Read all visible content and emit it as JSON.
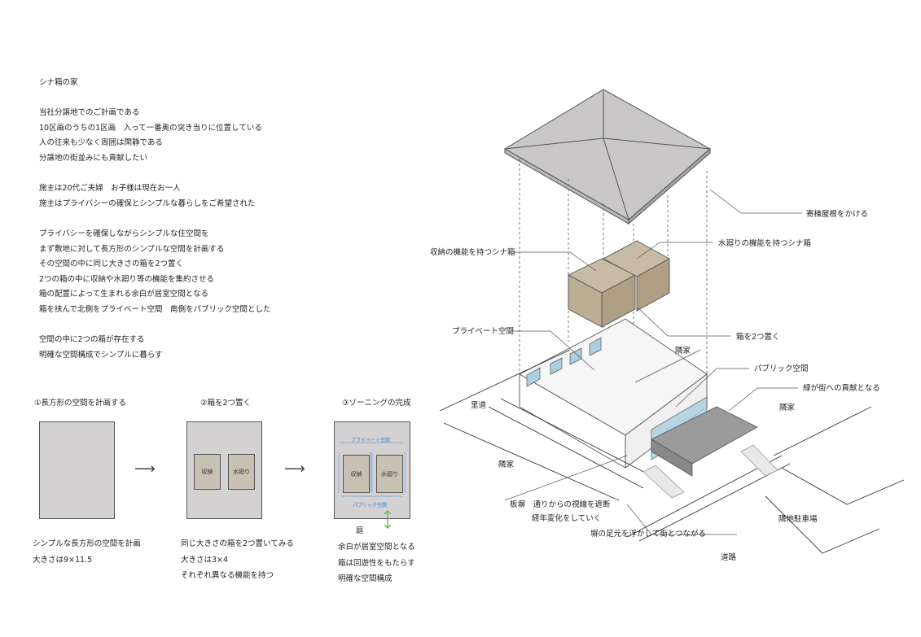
{
  "intro": {
    "lines": [
      "シナ箱の家",
      "",
      "当社分譲地でのご計画である",
      "10区画のうちの1区画　入って一番奥の突き当りに位置している",
      "人の往来も少なく周囲は閑静である",
      "分譲地の街並みにも貢献したい",
      "",
      "施主は20代ご夫婦　お子様は現在お一人",
      "施主はプライバシーの確保とシンプルな暮らしをご希望された",
      "",
      "プライバシーを確保しながらシンプルな住空間を",
      "まず敷地に対して長方形のシンプルな空間を計画する",
      "その空間の中に同じ大きさの箱を2つ置く",
      "2つの箱の中に収納や水廻り等の機能を集約させる",
      "箱の配置によって生まれる余白が居室空間となる",
      "箱を挟んで北側をプライベート空間　南側をパブリック空間とした",
      "",
      "空間の中に2つの箱が存在する",
      "明確な空間構成でシンプルに暮らす"
    ]
  },
  "steps": {
    "s1": {
      "title": "①長方形の空間を計画する",
      "captions": [
        "シンプルな長方形の空間を計画",
        "大きさは9×11.5"
      ]
    },
    "s2": {
      "title": "②箱を2つ置く",
      "box1": "収納",
      "box2": "水廻り",
      "captions": [
        "同じ大きさの箱を2つ置いてみる",
        "大きさは3×4",
        "それぞれ異なる機能を持つ"
      ]
    },
    "s3": {
      "title": "③ゾーニングの完成",
      "box1": "収納",
      "box2": "水廻り",
      "private": "プライベート空間",
      "public": "パブリック空間",
      "garden": "庭",
      "captions": [
        "余白が居室空間となる",
        "箱は回遊性をもたらす",
        "明確な空間構成"
      ]
    }
  },
  "axo": {
    "roof": "寄棟屋根をかける",
    "storage_box": "収納の機能を持つシナ箱",
    "water_box": "水廻りの機能を持つシナ箱",
    "private": "プライベート空間",
    "place_boxes": "箱を2つ置く",
    "public": "パブリック空間",
    "green": "緑が街への貢献となる",
    "neighbor_top": "隣家",
    "neighbor_right": "隣家",
    "neighbor_left": "隣家",
    "village_road": "里道",
    "fence": "板塀　通りからの視線を遮断",
    "fence2": "経年変化をしていく",
    "fence_base": "塀の足元を浮かして街とつながる",
    "parking": "隣地駐車場",
    "road": "道路"
  },
  "colors": {
    "roof": "#c9c7c8",
    "box": "#c8bba5",
    "glass": "#a9cfe0",
    "accent_blue": "#6aa2d3",
    "accent_green": "#6db04f"
  }
}
